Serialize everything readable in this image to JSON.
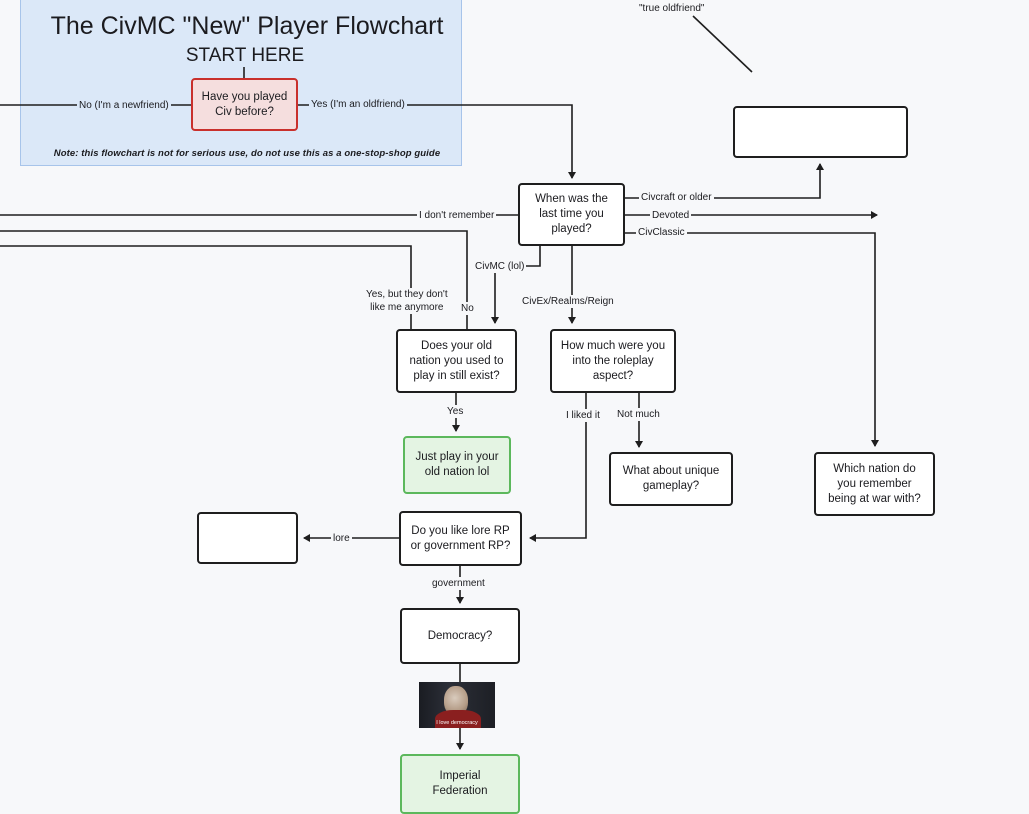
{
  "header": {
    "title": "The CivMC \"New\" Player Flowchart",
    "start": "START HERE",
    "note": "Note: this flowchart is not for serious use, do not use this as a one-stop-shop guide"
  },
  "nodes": {
    "played_civ": "Have you played\nCiv before?",
    "last_time": "When was the\nlast time you\nplayed?",
    "old_nation": "Does your old\nnation you used to\nplay in still exist?",
    "roleplay": "How much were you\ninto the roleplay\naspect?",
    "old_nation_lol": "Just play in your\nold nation lol",
    "unique_gameplay": "What about unique\ngameplay?",
    "war_with": "Which nation do\nyou remember\nbeing at war with?",
    "lore_or_gov": "Do you like lore RP\nor government RP?",
    "democracy": "Democracy?",
    "imperial": "Imperial\nFederation",
    "empty_top": "",
    "empty_left": ""
  },
  "labels": {
    "no_newfriend": "No (I'm a newfriend)",
    "yes_oldfriend": "Yes (I'm an oldfriend)",
    "true_oldfriend": "\"true oldfriend\"",
    "civcraft": "Civcraft or older",
    "dont_remember": "I don't remember",
    "devoted": "Devoted",
    "civclassic": "CivClassic",
    "civmc": "CivMC (lol)",
    "civex": "CivEx/Realms/Reign",
    "yes_but": "Yes, but they don't\nlike me anymore",
    "no": "No",
    "yes": "Yes",
    "liked_it": "I liked it",
    "not_much": "Not much",
    "lore": "lore",
    "government": "government"
  },
  "image": {
    "caption": "I love democracy"
  }
}
